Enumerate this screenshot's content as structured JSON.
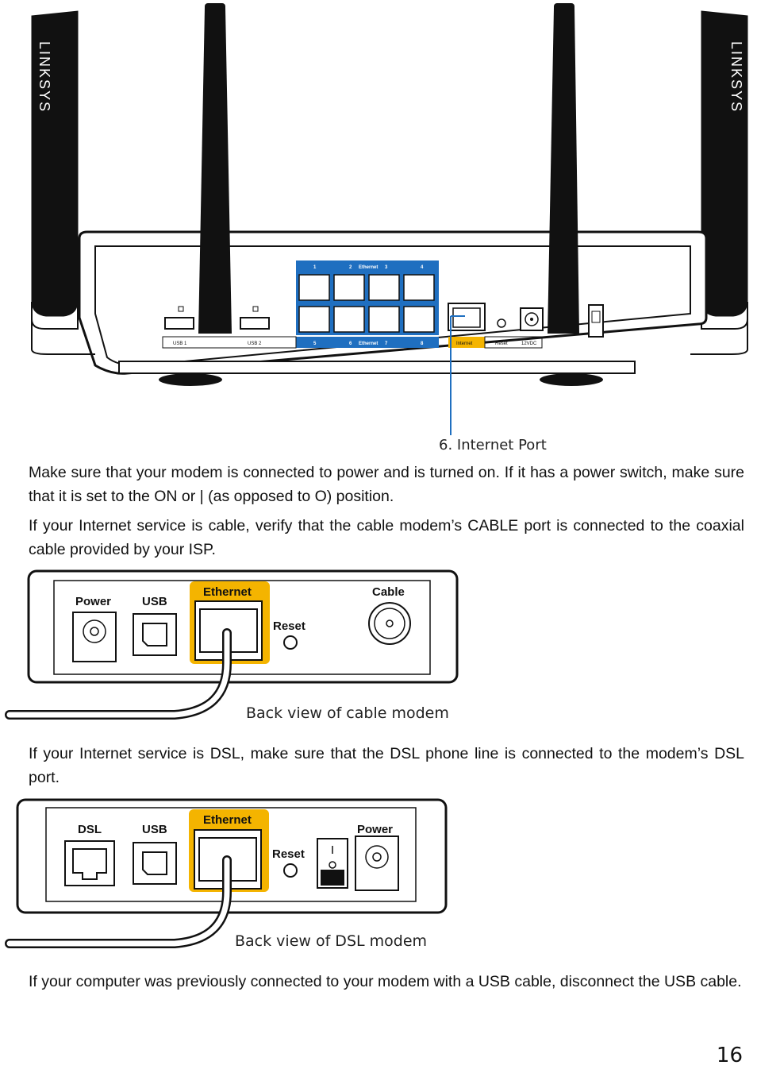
{
  "router": {
    "brand_left": "LINKSYS",
    "brand_right": "LINKSYS",
    "ports_top": [
      "1",
      "2",
      "Ethernet",
      "3",
      "4"
    ],
    "ports_bottom": [
      "5",
      "6",
      "Ethernet",
      "7",
      "8"
    ],
    "usb1": "USB 1",
    "usb2": "USB 2",
    "internet": "Internet",
    "reset": "Reset",
    "power": "12VDC",
    "callout": "6. Internet Port"
  },
  "paragraphs": {
    "p1": "Make sure that your modem is connected to power and is turned on. If it has a power switch, make sure that it is set to the ON or | (as opposed to O) position.",
    "p2": "If your Internet service is cable, verify that the cable modem’s CABLE port is connected to the coaxial cable provided by your ISP.",
    "p3": "If your Internet service is DSL, make sure that the DSL phone line is connected to the modem’s DSL port.",
    "p4": "If your computer was previously connected to your modem with a USB cable, disconnect the USB cable."
  },
  "cable_modem": {
    "power": "Power",
    "usb": "USB",
    "ethernet": "Ethernet",
    "reset": "Reset",
    "cable": "Cable",
    "caption": "Back view of cable modem"
  },
  "dsl_modem": {
    "dsl": "DSL",
    "usb": "USB",
    "ethernet": "Ethernet",
    "reset": "Reset",
    "power": "Power",
    "caption": "Back view of DSL modem"
  },
  "page_number": "16",
  "colors": {
    "port_blue": "#1f6fc0",
    "accent_yellow": "#f4b400",
    "callout_line": "#1f6fc0"
  }
}
